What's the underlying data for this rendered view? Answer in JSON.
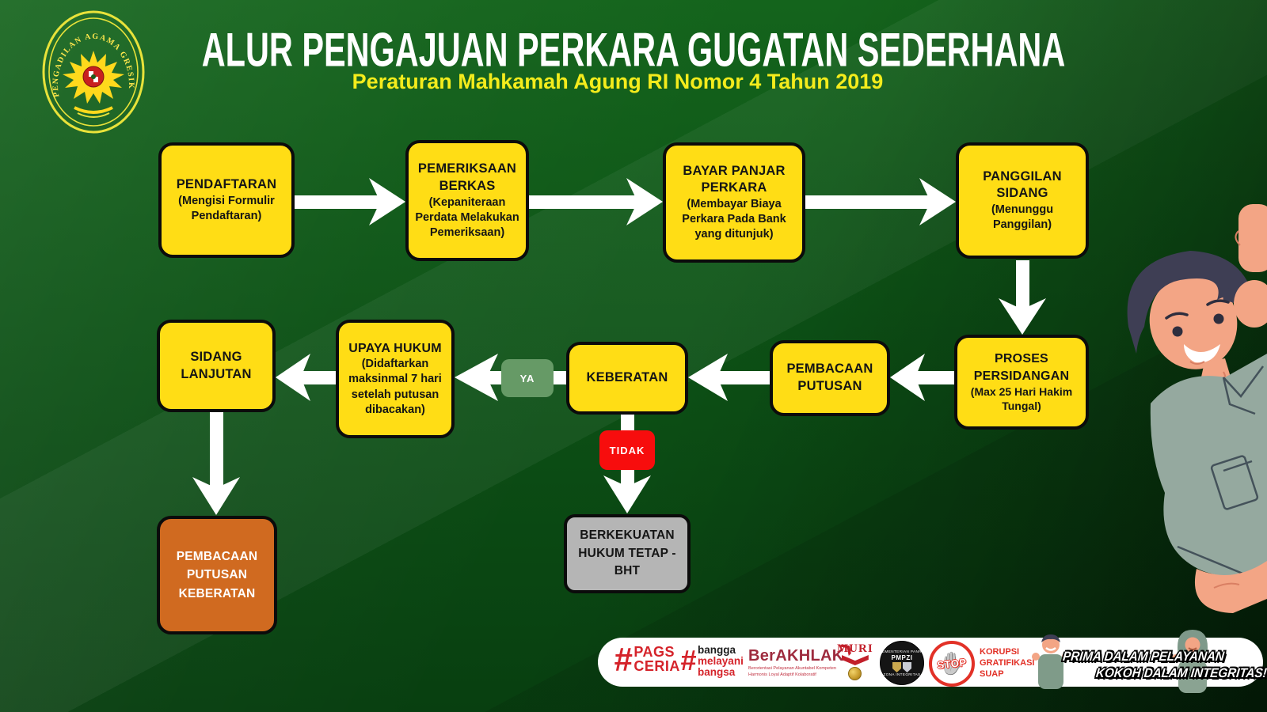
{
  "header": {
    "title": "ALUR PENGAJUAN PERKARA GUGATAN SEDERHANA",
    "subtitle": "Peraturan Mahkamah Agung RI Nomor 4 Tahun 2019",
    "seal_text": "PENGADILAN AGAMA GRESIK"
  },
  "colors": {
    "node_yellow": "#FFDD15",
    "node_orange": "#D06A20",
    "node_gray": "#B5B5B5",
    "yes_green": "#669A66",
    "no_red": "#F70D0D",
    "background_green": "#0D5316"
  },
  "flow": {
    "nodes": [
      {
        "title": "PENDAFTARAN",
        "subtitle": "(Mengisi Formulir Pendaftaran)"
      },
      {
        "title": "PEMERIKSAAN BERKAS",
        "subtitle": "(Kepaniteraan Perdata Melakukan Pemeriksaan)"
      },
      {
        "title": "BAYAR PANJAR PERKARA",
        "subtitle": "(Membayar Biaya Perkara Pada Bank yang ditunjuk)"
      },
      {
        "title": "PANGGILAN SIDANG",
        "subtitle": "(Menunggu Panggilan)"
      },
      {
        "title": "PROSES PERSIDANGAN",
        "subtitle": "(Max 25 Hari Hakim Tungal)"
      },
      {
        "title": "PEMBACAAN PUTUSAN",
        "subtitle": ""
      },
      {
        "title": "KEBERATAN",
        "subtitle": ""
      },
      {
        "title": "UPAYA HUKUM",
        "subtitle": "(Didaftarkan maksinmal 7 hari setelah putusan dibacakan)"
      },
      {
        "title": "SIDANG LANJUTAN",
        "subtitle": ""
      },
      {
        "title": "PEMBACAAN PUTUSAN KEBERATAN",
        "subtitle": ""
      },
      {
        "title": "BERKEKUATAN HUKUM TETAP - BHT",
        "subtitle": ""
      }
    ],
    "labels": {
      "yes": "YA",
      "no": "TIDAK"
    }
  },
  "footer": {
    "pags": {
      "hash": "#",
      "line1": "PAGS",
      "line2": "CERIA"
    },
    "bangga": {
      "hash": "#",
      "word1": "bangga",
      "word2": "melayani",
      "word3": "bangsa"
    },
    "berakhlak": {
      "name": "BerAKHLAK",
      "swoosh": "❯",
      "tagline1": "Berorientasi Pelayanan Akuntabel Kompeten",
      "tagline2": "Harmonis Loyal Adaptif Kolaboratif"
    },
    "muri": {
      "name": "MURI"
    },
    "pmpzi": {
      "top": "KEMENTERIAN PANRB",
      "center": "PMPZI",
      "bottom": "ZONA INTEGRITAS"
    },
    "stop": {
      "stamp": "STOP",
      "hand": "✋",
      "line1": "KORUPSI",
      "line2": "GRATIFIKASI",
      "line3": "SUAP"
    },
    "motto": {
      "line1": "PRIMA DALAM PELAYANAN",
      "line2": "KOKOH DALAM INTEGRITAS!"
    }
  }
}
